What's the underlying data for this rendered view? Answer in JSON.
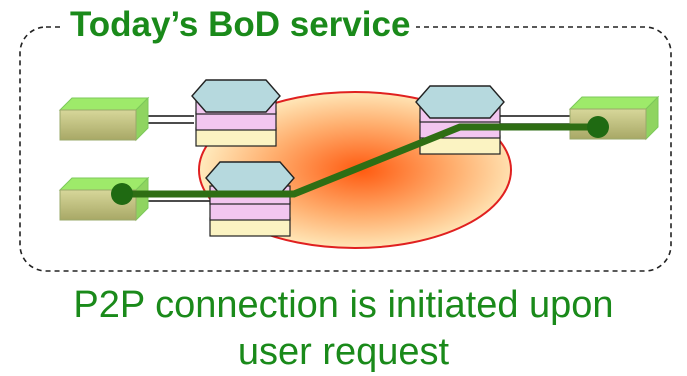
{
  "title": "Today’s BoD service",
  "caption": {
    "line1": "P2P connection is initiated upon",
    "line2": "user request"
  },
  "colors": {
    "accent_green": "#1a8a1a",
    "path_green": "#2e6e14",
    "cloud_center": "#ff5a10",
    "cloud_edge": "#fff3c8",
    "cloud_border": "#e02020",
    "router_top": "#b6d9de",
    "router_mid": "#f2c6f0",
    "router_bottom": "#fbf3c2",
    "endpoint": "#c9c98a"
  },
  "icons": [
    "router-stack-icon",
    "endpoint-box-icon"
  ]
}
